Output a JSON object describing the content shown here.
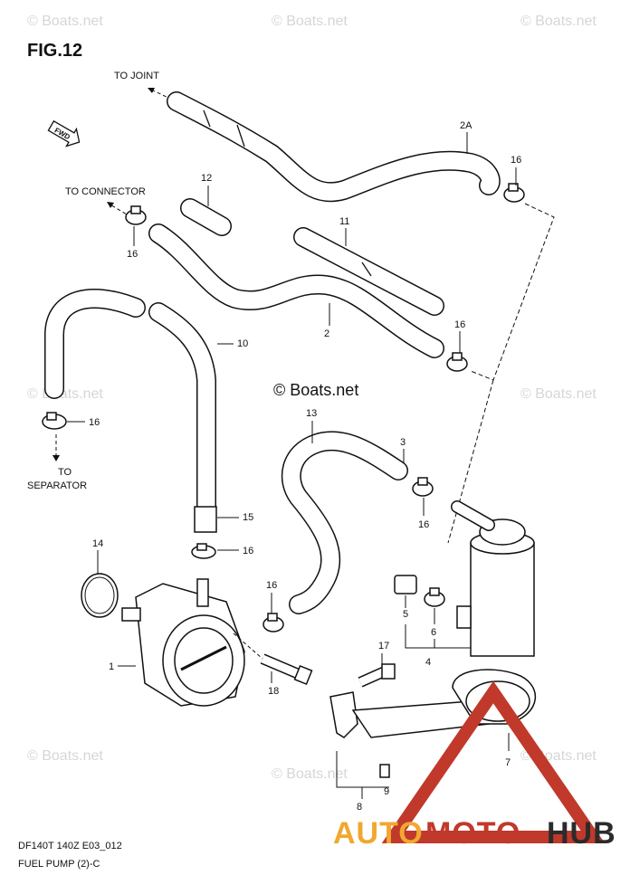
{
  "figure": {
    "title": "FIG.12",
    "code": "DF140T 140Z E03_012",
    "caption": "FUEL PUMP (2)-C"
  },
  "annotations": {
    "to_joint": "TO JOINT",
    "to_connector": "TO CONNECTOR",
    "to_separator_1": "TO",
    "to_separator_2": "SEPARATOR",
    "fwd": "FWD"
  },
  "watermark": {
    "text": "© Boats.net",
    "center_text": "© Boats.net"
  },
  "brand": {
    "part1": "AUTO",
    "part2": "MOTO",
    "part3": "HUB",
    "color_auto": "#f0a830",
    "color_moto": "#c0392b",
    "color_hub": "#2b2b2b",
    "triangle_color": "#c0392b"
  },
  "part_numbers": {
    "p1": "1",
    "p2": "2",
    "p2a": "2A",
    "p3": "3",
    "p4": "4",
    "p5": "5",
    "p6": "6",
    "p7": "7",
    "p8": "8",
    "p9": "9",
    "p10": "10",
    "p11": "11",
    "p12": "12",
    "p13": "13",
    "p14": "14",
    "p15": "15",
    "p16a": "16",
    "p16b": "16",
    "p16c": "16",
    "p16d": "16",
    "p16e": "16",
    "p16f": "16",
    "p16g": "16",
    "p17": "17",
    "p18": "18"
  }
}
